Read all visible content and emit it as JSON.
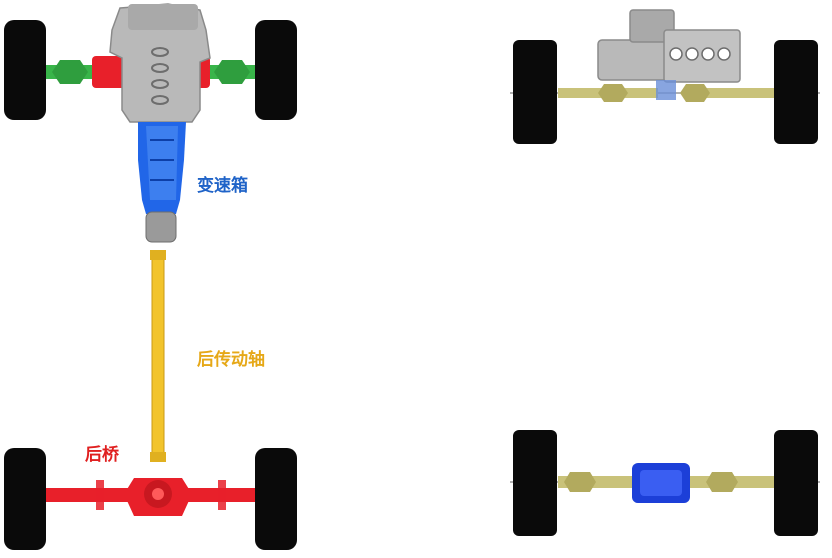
{
  "labels": {
    "gearbox": "变速箱",
    "rear_driveshaft": "后传动轴",
    "rear_axle": "后桥"
  },
  "colors": {
    "gearbox_label": "#1f63c8",
    "driveshaft_label": "#e6a817",
    "rear_axle_label": "#e02020",
    "wheel": "#0a0a0a",
    "engine": "#b4b4b4",
    "gearbox_body": "#2166e8",
    "driveshaft": "#f2c42c",
    "rear_axle": "#e8202a",
    "front_driveshafts": "#39b54a",
    "half_shaft_right": "#c9c27a",
    "differential_right": "#1c3fd8"
  },
  "icons": {
    "engine_left": "engine-icon",
    "engine_right": "engine-icon",
    "wheels": "wheel-icon",
    "differential": "differential-icon"
  }
}
